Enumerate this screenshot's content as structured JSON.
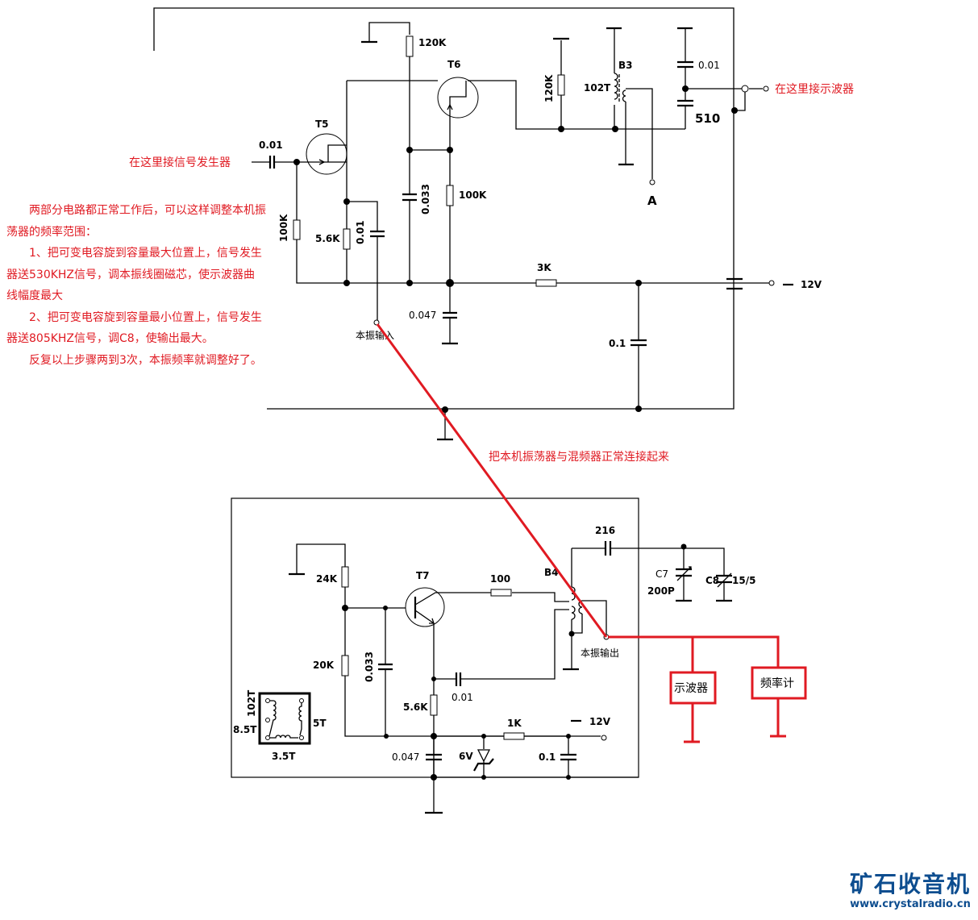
{
  "instructions": {
    "paragraphs": [
      "两部分电路都正常工作后，可以这样调整本机振荡器的频率范围：",
      "1、把可变电容旋到容量最大位置上，信号发生器送530KHZ信号，调本振线圈磁芯，使示波器曲线幅度最大",
      "2、把可变电容旋到容量最小位置上，信号发生器送805KHZ信号，调C8，使输出最大。",
      "反复以上步骤两到3次，本振频率就调整好了。"
    ]
  },
  "annotations": {
    "signal_generator_input": "在这里接信号发生器",
    "oscilloscope_here": "在这里接示波器",
    "connect_note": "把本机振荡器与混频器正常连接起来",
    "lo_input": "本振输入",
    "lo_output": "本振输出",
    "point_a": "A"
  },
  "mixer_circuit": {
    "transistors": [
      "T5",
      "T6"
    ],
    "input_cap": "0.01",
    "r_120k_top": "120K",
    "r_120k_side": "120K",
    "transformer": "B3",
    "coil_turns": "102T",
    "cap_001_right": "0.01",
    "cap_510": "510",
    "r_100k_left": "100K",
    "r_56k": "5.6K",
    "cap_001_lo": "0.01",
    "cap_0033": "0.033",
    "r_100k_right": "100K",
    "cap_0047": "0.047",
    "r_3k": "3K",
    "cap_01": "0.1",
    "supply": "12V",
    "supply_sign": "−"
  },
  "oscillator_circuit": {
    "transistor": "T7",
    "r_24k": "24K",
    "r_20k": "20K",
    "cap_0033": "0.033",
    "r_100": "100",
    "transformer": "B4",
    "cap_216": "216",
    "c7_name": "C7",
    "c7_value": "200P",
    "c8_name": "C8",
    "c8_value": "15/5",
    "cap_001": "0.01",
    "r_56k": "5.6K",
    "r_1k": "1K",
    "supply": "12V",
    "supply_sign": "−",
    "cap_0047": "0.047",
    "zener": "6V",
    "cap_01": "0.1",
    "coil_turns_total": "102T",
    "coil_tap": "8.5T",
    "coil_secondary": "5T",
    "coil_feedback": "3.5T"
  },
  "instruments": {
    "oscilloscope": "示波器",
    "frequency_counter": "频率计"
  },
  "logo": {
    "brand": "矿石收音机",
    "url": "www.crystalradio.cn"
  },
  "colors": {
    "annotation_red": "#e01a22",
    "logo_blue": "#0d4d8f"
  }
}
